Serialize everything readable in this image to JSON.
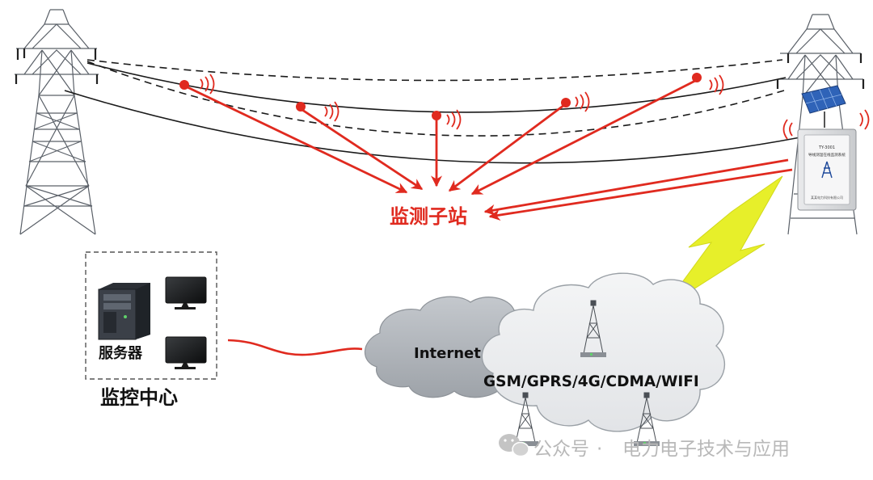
{
  "labels": {
    "substation": "监测子站",
    "monitor_center": "监控中心",
    "server": "服务器",
    "internet": "Internet",
    "wireless": "GSM/GPRS/4G/CDMA/WIFI"
  },
  "device": {
    "model": "TY-3001",
    "title": "导线测温在线监测系统",
    "maker": "某某电力科技有限公司"
  },
  "watermark": {
    "prefix": "公众号",
    "separator": "·",
    "name": "电力电子技术与应用"
  },
  "colors": {
    "signal": "#e02a1f",
    "conductor": "#1a1a1a",
    "lightning": "#e7ef2a",
    "cloud": "#eceef0",
    "tower": "#606770"
  },
  "icons": [
    "transmission-tower",
    "sensor-node",
    "solar-panel",
    "monitor-box",
    "server-tower",
    "display-monitor",
    "cell-tower",
    "lightning-bolt",
    "wechat-icon"
  ]
}
